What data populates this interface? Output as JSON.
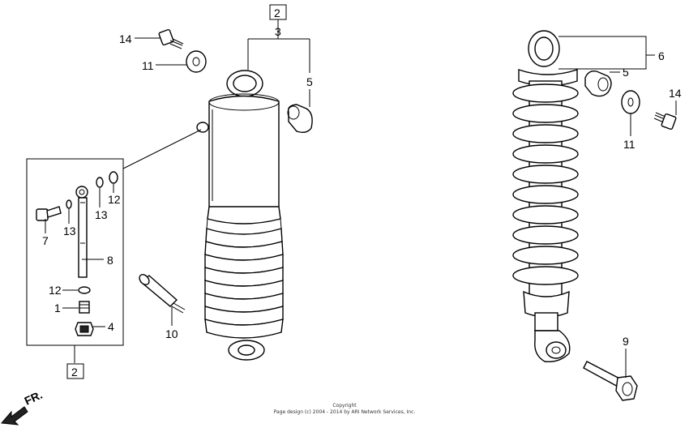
{
  "diagram": {
    "callouts": {
      "c1": "1",
      "c2a": "2",
      "c2b": "2",
      "c3": "3",
      "c4": "4",
      "c5a": "5",
      "c5b": "5",
      "c6": "6",
      "c7": "7",
      "c8": "8",
      "c9": "9",
      "c10": "10",
      "c11a": "11",
      "c11b": "11",
      "c12a": "12",
      "c12b": "12",
      "c13a": "13",
      "c13b": "13",
      "c14a": "14",
      "c14b": "14"
    },
    "front_indicator": "FR.",
    "copyright": {
      "line1": "Copyright",
      "line2": "Page design (c) 2004 - 2014 by ARI Network Services, Inc."
    }
  }
}
